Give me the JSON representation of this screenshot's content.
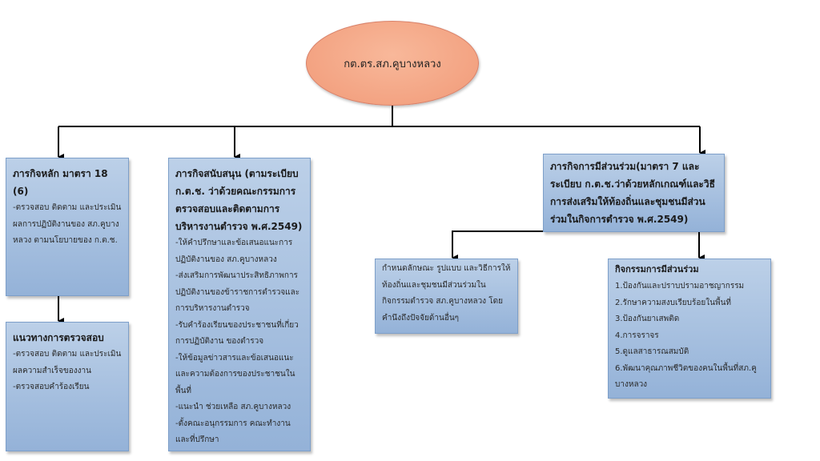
{
  "root": {
    "label": "กต.ตร.สภ.คูบางหลวง"
  },
  "boxes": {
    "main_mission": {
      "title": "ภารกิจหลัก มาตรา 18 (6)",
      "lines": [
        "-ตรวจสอบ ติดตาม และประเมินผลการปฏิบัติงานของ สภ.คูบางหลวง ตามนโยบายของ ก.ต.ช."
      ]
    },
    "inspection": {
      "title": "แนวทางการตรวจสอบ",
      "lines": [
        "-ตรวจสอบ ติดตาม และประเมินผลความสำเร็จของงาน",
        "-ตรวจสอบคำร้องเรียน"
      ]
    },
    "support": {
      "title": "ภารกิจสนับสนุน (ตามระเบียบ ก.ต.ช. ว่าด้วยคณะกรรมการตรวจสอบและติดตามการบริหารงานตำรวจ พ.ศ.2549)",
      "lines": [
        "-ให้คำปรึกษาและข้อเสนอแนะการปฏิบัติงานของ สภ.คูบางหลวง",
        "-ส่งเสริมการพัฒนาประสิทธิภาพการปฏิบัติงานของข้าราชการตำรวจและการบริหารงานตำรวจ",
        "-รับคำร้องเรียนของประชาชนที่เกี่ยวการปฏิบัติงาน ของตำรวจ",
        "-ให้ข้อมูลข่าวสารและข้อเสนอแนะและความต้องการของประชาชนในพื้นที่",
        "-แนะนำ ช่วยเหลือ สภ.คูบางหลวง",
        "-ตั้งคณะอนุกรรมการ คณะทำงานและที่ปรึกษา"
      ]
    },
    "participation": {
      "title": "ภารกิจการมีส่วนร่วม(มาตรา 7 และระเบียบ ก.ต.ช.ว่าด้วยหลักเกณฑ์และวิธีการส่งเสริมให้ท้องถิ่นและชุมชนมีส่วนร่วมในกิจการตำรวจ พ.ศ.2549)"
    },
    "criteria": {
      "lines": [
        "กำหนดลักษณะ รูปแบบ และวิธีการให้ท้องถิ่นและชุมชนมีส่วนร่วมในกิจกรรมตำรวจ สภ.คูบางหลวง โดยคำนึงถึงปัจจัยด้านอื่นๆ"
      ]
    },
    "activities": {
      "title": "กิจกรรมการมีส่วนร่วม",
      "lines": [
        "1.ป้องกันและปราบปรามอาชญากรรม",
        "2.รักษาความสงบเรียบร้อยในพื้นที่",
        "3.ป้องกันยาเสพติด",
        "4.การจราจร",
        "5.ดูแลสาธารณสมบัติ",
        "6.พัฒนาคุณภาพชีวิตของคนในพื้นที่สภ.คูบางหลวง"
      ]
    }
  }
}
